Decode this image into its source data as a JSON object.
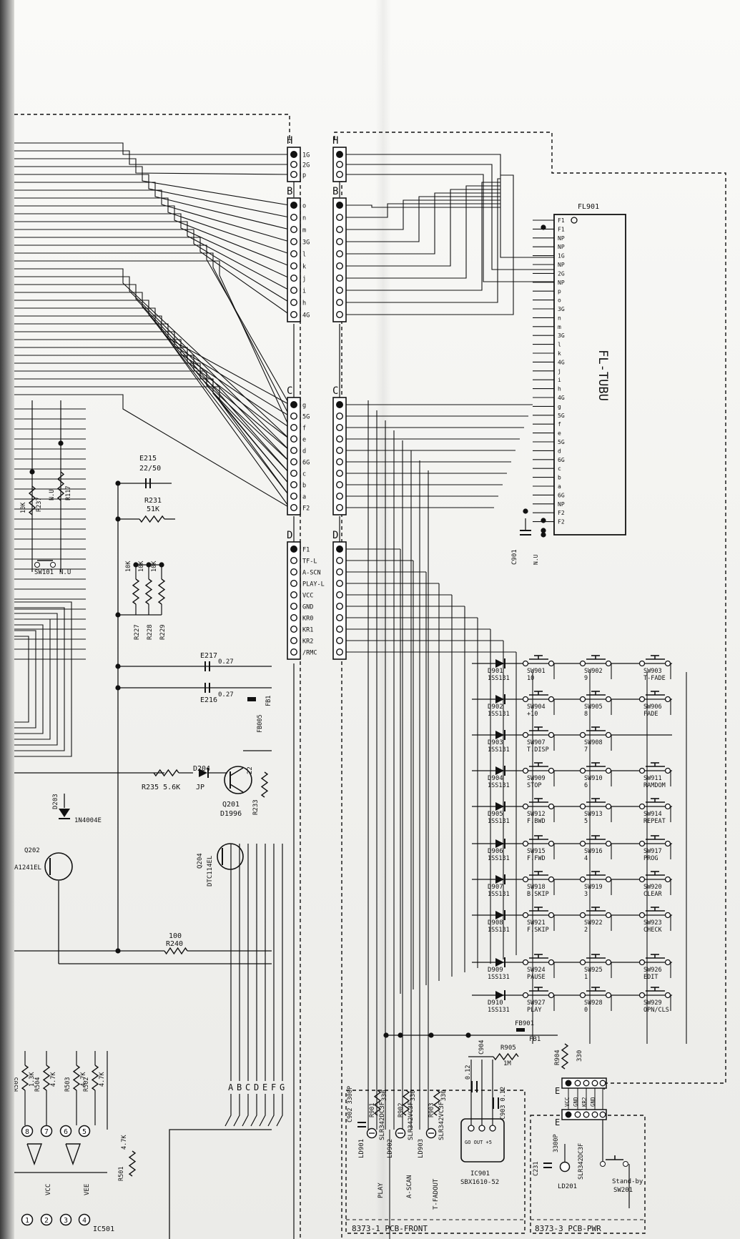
{
  "connectors": [
    {
      "id": "H",
      "pins": [
        "1G",
        "2G",
        "p"
      ],
      "first_filled": true
    },
    {
      "id": "B",
      "pins": [
        "o",
        "n",
        "m",
        "3G",
        "l",
        "k",
        "j",
        "i",
        "h",
        "4G"
      ],
      "first_filled": true
    },
    {
      "id": "C",
      "pins": [
        "g",
        "5G",
        "f",
        "e",
        "d",
        "6G",
        "c",
        "b",
        "a",
        "F2"
      ],
      "first_filled": true
    },
    {
      "id": "D",
      "pins": [
        "F1",
        "TF-L",
        "A-SCN",
        "PLAY-L",
        "VCC",
        "GND",
        "KR0",
        "KR1",
        "KR2",
        "/RMC"
      ],
      "first_filled": true
    }
  ],
  "fl_tube": {
    "ref": "FL901",
    "label": "FL-TUBU",
    "pins": [
      "F1",
      "F1",
      "NP",
      "NP",
      "1G",
      "NP",
      "2G",
      "NP",
      "p",
      "o",
      "3G",
      "n",
      "m",
      "3G",
      "l",
      "k",
      "4G",
      "j",
      "i",
      "h",
      "4G",
      "g",
      "5G",
      "f",
      "e",
      "5G",
      "d",
      "6G",
      "c",
      "b",
      "a",
      "6G",
      "NP",
      "F2",
      "F2"
    ]
  },
  "keypad": {
    "diodes": [
      {
        "ref": "D901",
        "part": "1SS131"
      },
      {
        "ref": "D902",
        "part": "1SS131"
      },
      {
        "ref": "D903",
        "part": "1SS131"
      },
      {
        "ref": "D904",
        "part": "1SS131"
      },
      {
        "ref": "D905",
        "part": "1SS131"
      },
      {
        "ref": "D906",
        "part": "1SS131"
      },
      {
        "ref": "D907",
        "part": "1SS131"
      },
      {
        "ref": "D908",
        "part": "1SS131"
      },
      {
        "ref": "D909",
        "part": "1SS131"
      },
      {
        "ref": "D910",
        "part": "1SS131"
      }
    ],
    "rows": [
      [
        {
          "ref": "SW901",
          "fn": "10"
        },
        {
          "ref": "SW902",
          "fn": "9"
        },
        {
          "ref": "SW903",
          "fn": "T-FADE"
        }
      ],
      [
        {
          "ref": "SW904",
          "fn": "+10"
        },
        {
          "ref": "SW905",
          "fn": "8"
        },
        {
          "ref": "SW906",
          "fn": "FADE"
        }
      ],
      [
        {
          "ref": "SW907",
          "fn": "T.DISP"
        },
        {
          "ref": "SW908",
          "fn": "7"
        },
        null
      ],
      [
        {
          "ref": "SW909",
          "fn": "STOP"
        },
        {
          "ref": "SW910",
          "fn": "6"
        },
        {
          "ref": "SW911",
          "fn": "RAMDOM"
        }
      ],
      [
        {
          "ref": "SW912",
          "fn": "F.BWD"
        },
        {
          "ref": "SW913",
          "fn": "5"
        },
        {
          "ref": "SW914",
          "fn": "REPEAT"
        }
      ],
      [
        {
          "ref": "SW915",
          "fn": "F.FWD"
        },
        {
          "ref": "SW916",
          "fn": "4"
        },
        {
          "ref": "SW917",
          "fn": "PROG"
        }
      ],
      [
        {
          "ref": "SW918",
          "fn": "B.SKIP"
        },
        {
          "ref": "SW919",
          "fn": "3"
        },
        {
          "ref": "SW920",
          "fn": "CLEAR"
        }
      ],
      [
        {
          "ref": "SW921",
          "fn": "F.SKIP"
        },
        {
          "ref": "SW922",
          "fn": "2"
        },
        {
          "ref": "SW923",
          "fn": "CHECK"
        }
      ],
      [
        {
          "ref": "SW924",
          "fn": "PAUSE"
        },
        {
          "ref": "SW925",
          "fn": "1"
        },
        {
          "ref": "SW926",
          "fn": "EDIT"
        }
      ],
      [
        {
          "ref": "SW927",
          "fn": "PLAY"
        },
        {
          "ref": "SW928",
          "fn": "0"
        },
        {
          "ref": "SW929",
          "fn": "OPN/CLS"
        }
      ]
    ]
  },
  "parts": {
    "e215": {
      "ref": "E215",
      "value": "22/50"
    },
    "r231": {
      "ref": "R231",
      "value": "51K"
    },
    "r237": {
      "ref": "R237",
      "value": "10K"
    },
    "r117": {
      "ref": "R117",
      "value": "N.U"
    },
    "sw101": {
      "ref": "SW101",
      "value": "N.U"
    },
    "r227": {
      "ref": "R227",
      "value": "10K"
    },
    "r228": {
      "ref": "R228",
      "value": "10K"
    },
    "r229": {
      "ref": "R229",
      "value": "10K"
    },
    "e217": {
      "ref": "E217",
      "value": "0.27"
    },
    "e216": {
      "ref": "E216",
      "value": "0.27"
    },
    "fb005": {
      "ref": "FB005",
      "value": "FB1"
    },
    "d204": {
      "ref": "D204",
      "value": "JP"
    },
    "r235": {
      "ref": "R235",
      "value": "5.6K"
    },
    "q201": {
      "ref": "Q201",
      "value": "D1996"
    },
    "r233": {
      "ref": "R233",
      "value": "22"
    },
    "d203": {
      "ref": "D203",
      "value": "1N4004E"
    },
    "q202": {
      "ref": "Q202",
      "value": "A1241EL"
    },
    "q204": {
      "ref": "Q204",
      "value": "DTC114EL"
    },
    "r240": {
      "ref": "R240",
      "value": "100"
    },
    "c901": {
      "ref": "C901",
      "value": "N.U"
    },
    "fb901": {
      "ref": "FB901",
      "value": "FB1"
    },
    "r904": {
      "ref": "R904",
      "value": "330"
    },
    "r905": {
      "ref": "R905",
      "value": "1M"
    },
    "c904": {
      "ref": "C904",
      "value": "0.12"
    },
    "c903": {
      "ref": "C903",
      "value": "0.12"
    },
    "c902": {
      "ref": "C902",
      "value": "3300P"
    },
    "r901": {
      "ref": "R901",
      "value": "330"
    },
    "r902": {
      "ref": "R902",
      "value": "330"
    },
    "r903": {
      "ref": "R903",
      "value": "330"
    },
    "ld901": {
      "ref": "LD901",
      "value": "SLR342DC3F"
    },
    "ld902": {
      "ref": "LD902",
      "value": "SLR342VC3F"
    },
    "ld903": {
      "ref": "LD903",
      "value": "SLR342VC3F"
    },
    "ic901": {
      "ref": "IC901",
      "value": "SBX1610-52"
    },
    "c231": {
      "ref": "C231",
      "value": "3300P"
    },
    "ld201": {
      "ref": "LD201",
      "value": "SLR342DC3F"
    },
    "sw201": {
      "ref": "SW201",
      "value": "Stand-by"
    },
    "r505": {
      "ref": "R505",
      "value": "1.3K"
    },
    "r504": {
      "ref": "R504",
      "value": "4.7K"
    },
    "r503": {
      "ref": "R503",
      "value": "4.7K"
    },
    "r502": {
      "ref": "R502",
      "value": "4.7K"
    },
    "r501": {
      "ref": "R501",
      "value": "4.7K"
    },
    "ic501": {
      "ref": "IC501",
      "value": ""
    }
  },
  "nets": {
    "vcc": "VCC",
    "vee": "VEE",
    "gnd": "GND",
    "kr2": "KR2",
    "play": "PLAY",
    "ascan": "A-SCAN",
    "tfadeout": "T-FADOUT",
    "fb1": "FB1",
    "ic_pins": "GO OUT +5"
  },
  "bus_labels": [
    "A",
    "B",
    "C",
    "D",
    "E",
    "F",
    "G"
  ],
  "ic501_pins_bottom": [
    "1",
    "2",
    "3",
    "4"
  ],
  "ic501_pins_top": [
    "8",
    "7",
    "6",
    "5"
  ],
  "pcb_front": {
    "code": "8373-1",
    "name": "PCB-FRONT"
  },
  "pcb_pwr": {
    "code": "8373-3",
    "name": "PCB-PWR"
  },
  "pwr_connector": {
    "label": "E"
  },
  "colors": {
    "ink": "#111111",
    "paper": "#f4f4f2"
  }
}
